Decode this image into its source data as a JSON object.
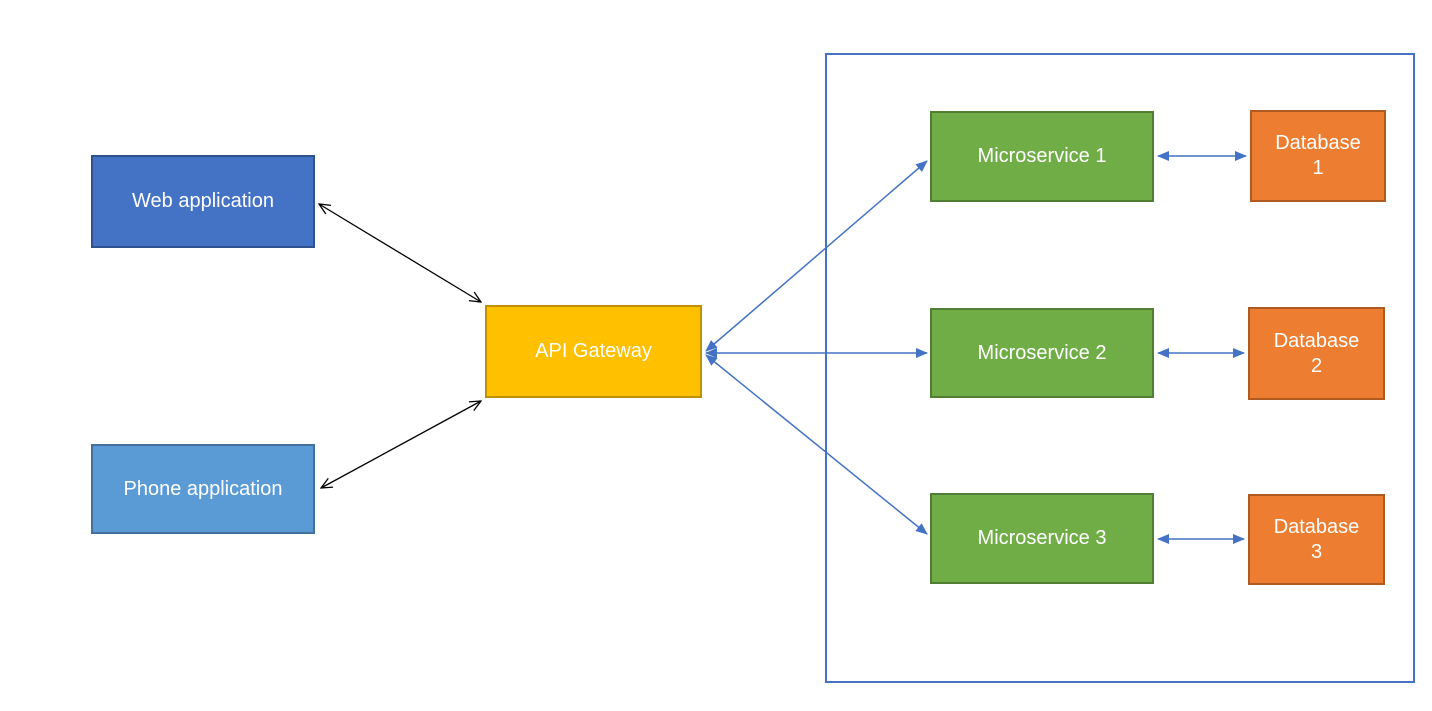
{
  "diagram": {
    "description": "Microservices architecture diagram with client applications, an API gateway, microservices and per-service databases",
    "background": "#FFFFFF"
  },
  "palette": {
    "connector_blue": "#4472C4",
    "connector_black": "#000000",
    "group_border": "#4472C4"
  },
  "nodes": {
    "web_app": {
      "label": "Web application",
      "fill": "#4472C4",
      "border": "#2F528F",
      "text": "#FFFFFF"
    },
    "phone_app": {
      "label": "Phone application",
      "fill": "#5B9BD5",
      "border": "#41719C",
      "text": "#FFFFFF"
    },
    "api_gateway": {
      "label": "API Gateway",
      "fill": "#FFC000",
      "border": "#BF9000",
      "text": "#FFFFFF"
    },
    "microservice_1": {
      "label": "Microservice 1",
      "fill": "#70AD47",
      "border": "#507E32",
      "text": "#FFFFFF"
    },
    "microservice_2": {
      "label": "Microservice 2",
      "fill": "#70AD47",
      "border": "#507E32",
      "text": "#FFFFFF"
    },
    "microservice_3": {
      "label": "Microservice 3",
      "fill": "#70AD47",
      "border": "#507E32",
      "text": "#FFFFFF"
    },
    "database_1": {
      "label": "Database\n1",
      "fill": "#ED7D31",
      "border": "#AE5A21",
      "text": "#FFFFFF"
    },
    "database_2": {
      "label": "Database\n2",
      "fill": "#ED7D31",
      "border": "#AE5A21",
      "text": "#FFFFFF"
    },
    "database_3": {
      "label": "Database\n3",
      "fill": "#ED7D31",
      "border": "#AE5A21",
      "text": "#FFFFFF"
    }
  },
  "edges": [
    {
      "from": "web_app",
      "to": "api_gateway",
      "direction": "bidirectional",
      "color": "#000000"
    },
    {
      "from": "phone_app",
      "to": "api_gateway",
      "direction": "bidirectional",
      "color": "#000000"
    },
    {
      "from": "api_gateway",
      "to": "microservice_1",
      "direction": "bidirectional",
      "color": "#4472C4"
    },
    {
      "from": "api_gateway",
      "to": "microservice_2",
      "direction": "bidirectional",
      "color": "#4472C4"
    },
    {
      "from": "api_gateway",
      "to": "microservice_3",
      "direction": "bidirectional",
      "color": "#4472C4"
    },
    {
      "from": "microservice_1",
      "to": "database_1",
      "direction": "bidirectional",
      "color": "#4472C4"
    },
    {
      "from": "microservice_2",
      "to": "database_2",
      "direction": "bidirectional",
      "color": "#4472C4"
    },
    {
      "from": "microservice_3",
      "to": "database_3",
      "direction": "bidirectional",
      "color": "#4472C4"
    }
  ]
}
